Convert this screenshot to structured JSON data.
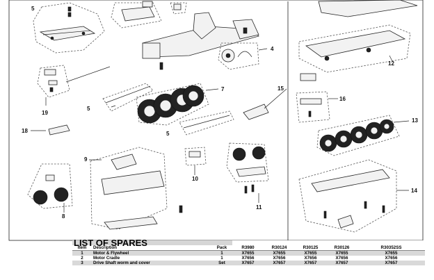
{
  "callouts": {
    "c4": "4",
    "c5a": "5",
    "c5b": "5",
    "c5c": "5",
    "c7": "7",
    "c8": "8",
    "c9": "9",
    "c10": "10",
    "c11": "11",
    "c12": "12",
    "c13": "13",
    "c14": "14",
    "c15": "15",
    "c16": "16",
    "c18": "18",
    "c19": "19"
  },
  "spares": {
    "title": "LIST OF SPARES",
    "headers": {
      "item": "Item",
      "description": "Description",
      "pack": "Pack",
      "m1": "R3980",
      "m2": "R30124",
      "m3": "R30125",
      "m4": "R30126",
      "m5": "R30352SS"
    },
    "rows": [
      {
        "item": "1",
        "description": "Motor & Flywheel",
        "pack": "1",
        "m1": "X7655",
        "m2": "X7655",
        "m3": "X7655",
        "m4": "X7655",
        "m5": "X7655"
      },
      {
        "item": "2",
        "description": "Motor Cradle",
        "pack": "1",
        "m1": "X7656",
        "m2": "X7656",
        "m3": "X7656",
        "m4": "X7656",
        "m5": "X7656"
      },
      {
        "item": "3",
        "description": "Drive Shaft worm and cover",
        "pack": "Set",
        "m1": "X7657",
        "m2": "X7657",
        "m3": "X7657",
        "m4": "X7657",
        "m5": "X7657"
      }
    ]
  }
}
